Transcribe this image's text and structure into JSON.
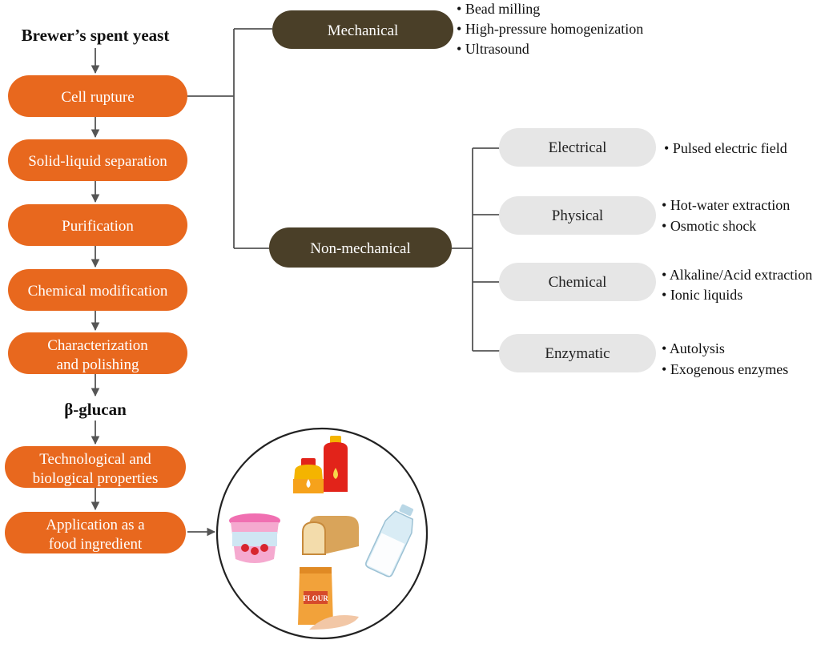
{
  "source_label": "Brewer’s spent yeast",
  "product_label": "β-glucan",
  "steps": {
    "cell_rupture": "Cell rupture",
    "solid_liquid": "Solid-liquid separation",
    "purification": "Purification",
    "chemical_mod": "Chemical modification",
    "char_line1": "Characterization",
    "char_line2": "and polishing",
    "tech_line1": "Technological and",
    "tech_line2": "biological properties",
    "app_line1": "Application as a",
    "app_line2": "food ingredient"
  },
  "mechanical": {
    "label": "Mechanical",
    "methods": [
      "Bead milling",
      "High-pressure homogenization",
      "Ultrasound"
    ]
  },
  "non_mechanical": {
    "label": "Non-mechanical",
    "electrical": {
      "label": "Electrical",
      "methods": [
        "Pulsed electric field"
      ]
    },
    "physical": {
      "label": "Physical",
      "methods": [
        "Hot-water extraction",
        "Osmotic shock"
      ]
    },
    "chemical": {
      "label": "Chemical",
      "methods": [
        "Alkaline/Acid extraction",
        "Ionic liquids"
      ]
    },
    "enzymatic": {
      "label": "Enzymatic",
      "methods": [
        "Autolysis",
        "Exogenous enzymes"
      ]
    }
  },
  "food_icons": [
    "sauce-bottles-icon",
    "yogurt-cup-icon",
    "bread-loaf-icon",
    "milk-bottle-icon",
    "flour-bag-icon"
  ],
  "flour_bag_text": "FLOUR",
  "colors": {
    "step": "#e8681e",
    "category": "#4a3f28",
    "subcategory": "#e6e6e6"
  }
}
